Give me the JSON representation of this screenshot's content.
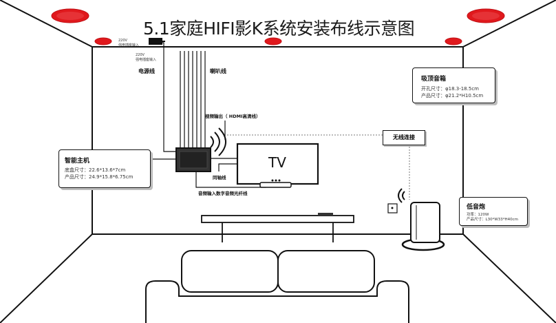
{
  "title": "5.1家庭HIFI影K系统安装布线示意图",
  "labels": {
    "power_in_1": "220V",
    "power_in_1_sub": "强电插座输入",
    "power_in_2": "220V",
    "power_in_2_sub": "强电插座输入",
    "power_cable": "电源线",
    "speaker_cable": "喇叭线",
    "video_out": "视频输出（ HDMI高清线）",
    "coax": "同轴线",
    "optical": "音频输入数字音频光纤线",
    "wireless": "无线连接",
    "tv": "TV"
  },
  "cards": {
    "host": {
      "title": "智能主机",
      "line1": "底盒尺寸：22.6*13.6*7cm",
      "line2": "产品尺寸：24.9*15.8*6.75cm"
    },
    "ceiling": {
      "title": "吸顶音箱",
      "line1": "开孔尺寸：φ18.3-18.5cm",
      "line2": "产品尺寸：φ21.2*H10.5cm"
    },
    "sub": {
      "title": "低音炮",
      "line1": "功率：120W",
      "line2": "产品尺寸：L30*W33*H40cm"
    }
  },
  "colors": {
    "speaker_red": "#e0191d",
    "line": "#111111",
    "shadow": "#bdbdbd"
  }
}
